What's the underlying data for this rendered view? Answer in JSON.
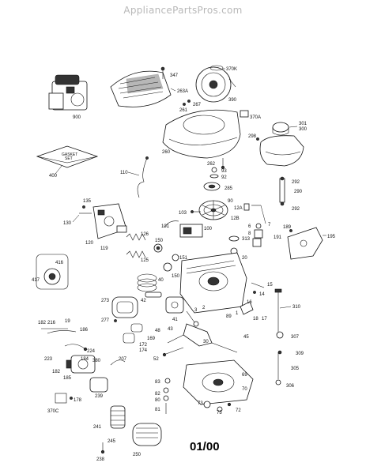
{
  "header": {
    "watermark": "AppliancePartsPros.com"
  },
  "footer": {
    "date_code": "01/00"
  },
  "gasket_set": {
    "line1": "GASKET",
    "line2": "SET"
  },
  "callouts": {
    "c347": "347",
    "c370k": "370K",
    "c263a": "263A",
    "c900": "900",
    "c261": "261",
    "c267": "267",
    "c390": "390",
    "c370a": "370A",
    "c260": "260",
    "c301": "301",
    "c300": "300",
    "c298": "298",
    "c262": "262",
    "c400": "400",
    "c110": "110",
    "c93": "93",
    "c92": "92",
    "c285": "285",
    "c292a": "292",
    "c290": "290",
    "c292b": "292",
    "c90": "90",
    "c12a": "12A",
    "c12b": "12B",
    "c7": "7",
    "c6": "6",
    "c8": "8",
    "c135": "135",
    "c130": "130",
    "c120": "120",
    "c103": "103",
    "c189": "189",
    "c191": "191",
    "c195": "195",
    "c101": "101",
    "c100": "100",
    "c126": "126",
    "c119": "119",
    "c313": "313",
    "c150a": "150",
    "c125": "125",
    "c20": "20",
    "c151": "151",
    "c416": "416",
    "c417": "417",
    "c150b": "150",
    "c40": "40",
    "c41": "41",
    "c15": "15",
    "c14": "14",
    "c1": "1",
    "c273": "273",
    "c42": "42",
    "c310": "310",
    "c3": "3",
    "c2": "2",
    "c277": "277",
    "c16": "16",
    "c182": "182",
    "c216": "216",
    "c19": "19",
    "c186": "186",
    "c18": "18",
    "c17": "17",
    "c89": "89",
    "c169": "169",
    "c48": "48",
    "c43": "43",
    "c45": "45",
    "c307": "307",
    "c172": "172",
    "c174": "174",
    "c30": "30",
    "c224": "224",
    "c223": "223",
    "c184": "184",
    "c380": "380",
    "c207": "207",
    "c52": "52",
    "c309": "309",
    "c305": "305",
    "c182b": "182",
    "c185": "185",
    "c239": "239",
    "c178": "178",
    "c370c": "370C",
    "c83": "83",
    "c69": "69",
    "c306": "306",
    "c70": "70",
    "c82": "82",
    "c80": "80",
    "c81": "81",
    "c73": "73",
    "c75": "75",
    "c72": "72",
    "c241": "241",
    "c245": "245",
    "c250": "250",
    "c238": "238"
  }
}
